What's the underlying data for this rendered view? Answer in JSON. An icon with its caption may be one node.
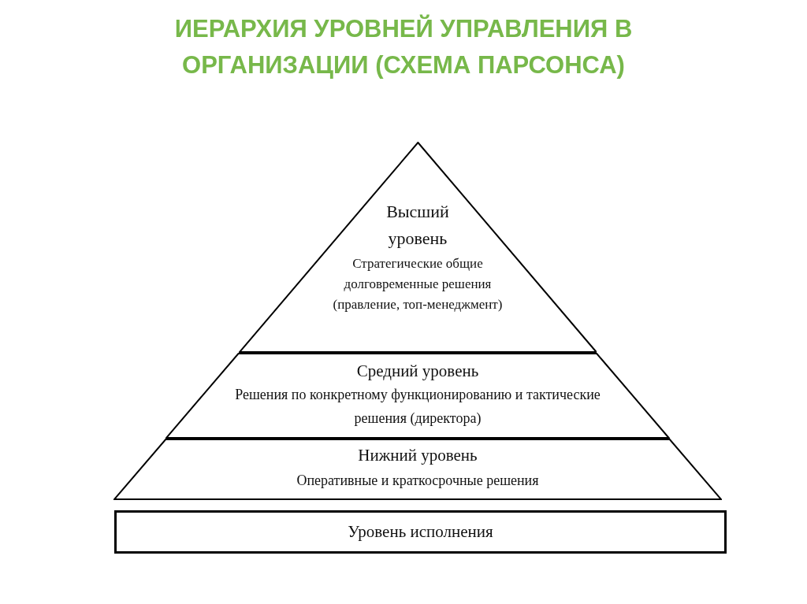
{
  "diagram": {
    "title": "ИЕРАРХИЯ УРОВНЕЙ УПРАВЛЕНИЯ В ОРГАНИЗАЦИИ (СХЕМА ПАРСОНСА)",
    "nodes": [
      {
        "text": [
          "Высший уровень",
          "Стратегические общие долговременные решения (правление, топ-менеджмент)"
        ]
      },
      {
        "text": [
          "Средний уровень",
          "Решения по конкретному функционированию и тактические решения (директора)"
        ]
      },
      {
        "text": [
          "Нижний уровень",
          "Оперативные и краткосрочные решения"
        ]
      },
      {
        "text": [
          "Уровень исполнения"
        ]
      }
    ],
    "edges": []
  }
}
